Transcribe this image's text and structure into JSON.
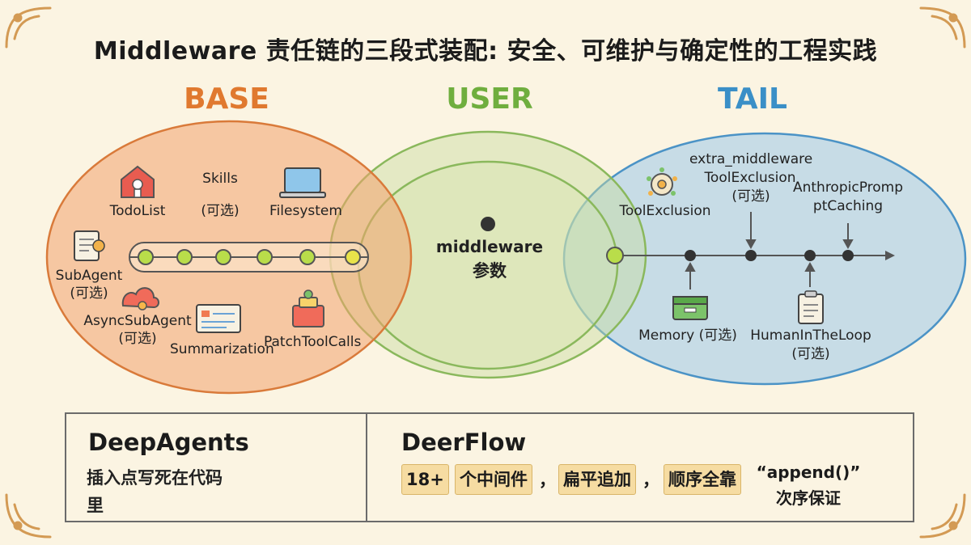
{
  "title": "Middleware 责任链的三段式装配: 安全、可维护与确定性的工程实践",
  "sections": {
    "base": "BASE",
    "user": "USER",
    "tail": "TAIL"
  },
  "base_items": {
    "todolist": "TodoList",
    "skills_1": "Skills",
    "skills_2": "(可选)",
    "filesystem": "Filesystem",
    "subagent_1": "SubAgent",
    "subagent_2": "(可选)",
    "async_1": "AsyncSubAgent",
    "async_2": "(可选)",
    "summarization": "Summarization",
    "patch": "PatchToolCalls"
  },
  "user": {
    "line1": "middleware",
    "line2": "参数"
  },
  "tail_items": {
    "tool_exclusion": "ToolExclusion",
    "extra_1": "extra_middleware",
    "extra_2": "ToolExclusion",
    "extra_3": "(可选)",
    "anthropic_1": "AnthropicPromp",
    "anthropic_2": "ptCaching",
    "memory": "Memory (可选)",
    "human_1": "HumanInTheLoop",
    "human_2": "(可选)"
  },
  "bottom": {
    "deepagents_title": "DeepAgents",
    "deepagents_desc": "插入点写死在代码里",
    "deerflow_title": "DeerFlow",
    "chip_1": "18+",
    "chip_2": "个中间件",
    "sep_1": "，",
    "chip_3": "扁平追加",
    "sep_2": "，",
    "chip_4": "顺序全靠",
    "quote": "“append()”",
    "guarantee": "次序保证"
  },
  "colors": {
    "base": "#e0792f",
    "user": "#6fae3e",
    "tail": "#3a8fc7",
    "chip": "#f6dca2",
    "warning": "#f2c230"
  }
}
